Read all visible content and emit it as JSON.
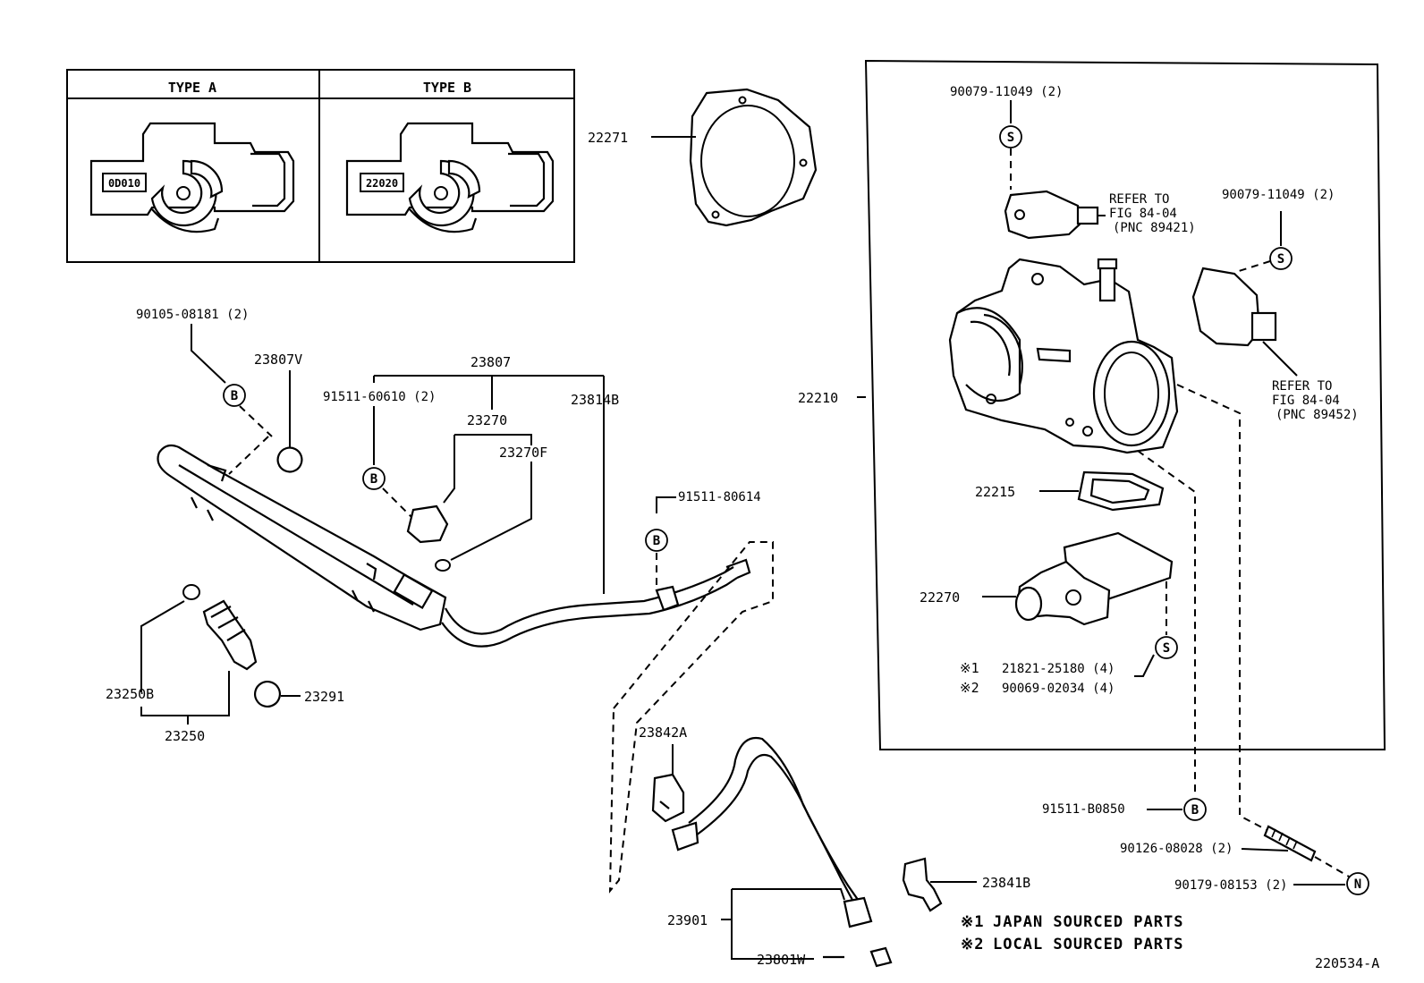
{
  "type_box": {
    "type_a_header": "TYPE  A",
    "type_b_header": "TYPE  B",
    "type_a_code": "0D010",
    "type_b_code": "22020"
  },
  "symbols": {
    "bolt_b": "B",
    "screw_s": "S",
    "nut_n": "N"
  },
  "callouts": {
    "p22271": "22271",
    "p90079_top": "90079-11049 (2)",
    "refer1_line1": "REFER TO",
    "refer1_line2": "FIG 84-04",
    "refer1_line3": "(PNC 89421)",
    "p90079_right": "90079-11049 (2)",
    "refer2_line1": "REFER TO",
    "refer2_line2": "FIG 84-04",
    "refer2_line3": "(PNC 89452)",
    "p22210": "22210",
    "p22215": "22215",
    "p22270_iac": "22270",
    "note1_code": "21821-25180 (4)",
    "note2_code": "90069-02034 (4)",
    "note1_mark": "※1",
    "note2_mark": "※2",
    "p91511_b0850": "91511-B0850",
    "p90126": "90126-08028 (2)",
    "p90179": "90179-08153 (2)",
    "p90105": "90105-08181 (2)",
    "p23807v": "23807V",
    "p23807": "23807",
    "p91511_60610": "91511-60610 (2)",
    "p23270": "23270",
    "p23814b": "23814B",
    "p23270f": "23270F",
    "p91511_80614": "91511-80614",
    "p23250b": "23250B",
    "p23250": "23250",
    "p23291": "23291",
    "p23842a": "23842A",
    "p23901": "23901",
    "p23801w": "23801W",
    "p23841b": "23841B"
  },
  "legend": {
    "mark1": "※1",
    "mark2": "※2",
    "line1": "JAPAN SOURCED PARTS",
    "line2": "LOCAL SOURCED PARTS"
  },
  "figure_id": "220534-A"
}
